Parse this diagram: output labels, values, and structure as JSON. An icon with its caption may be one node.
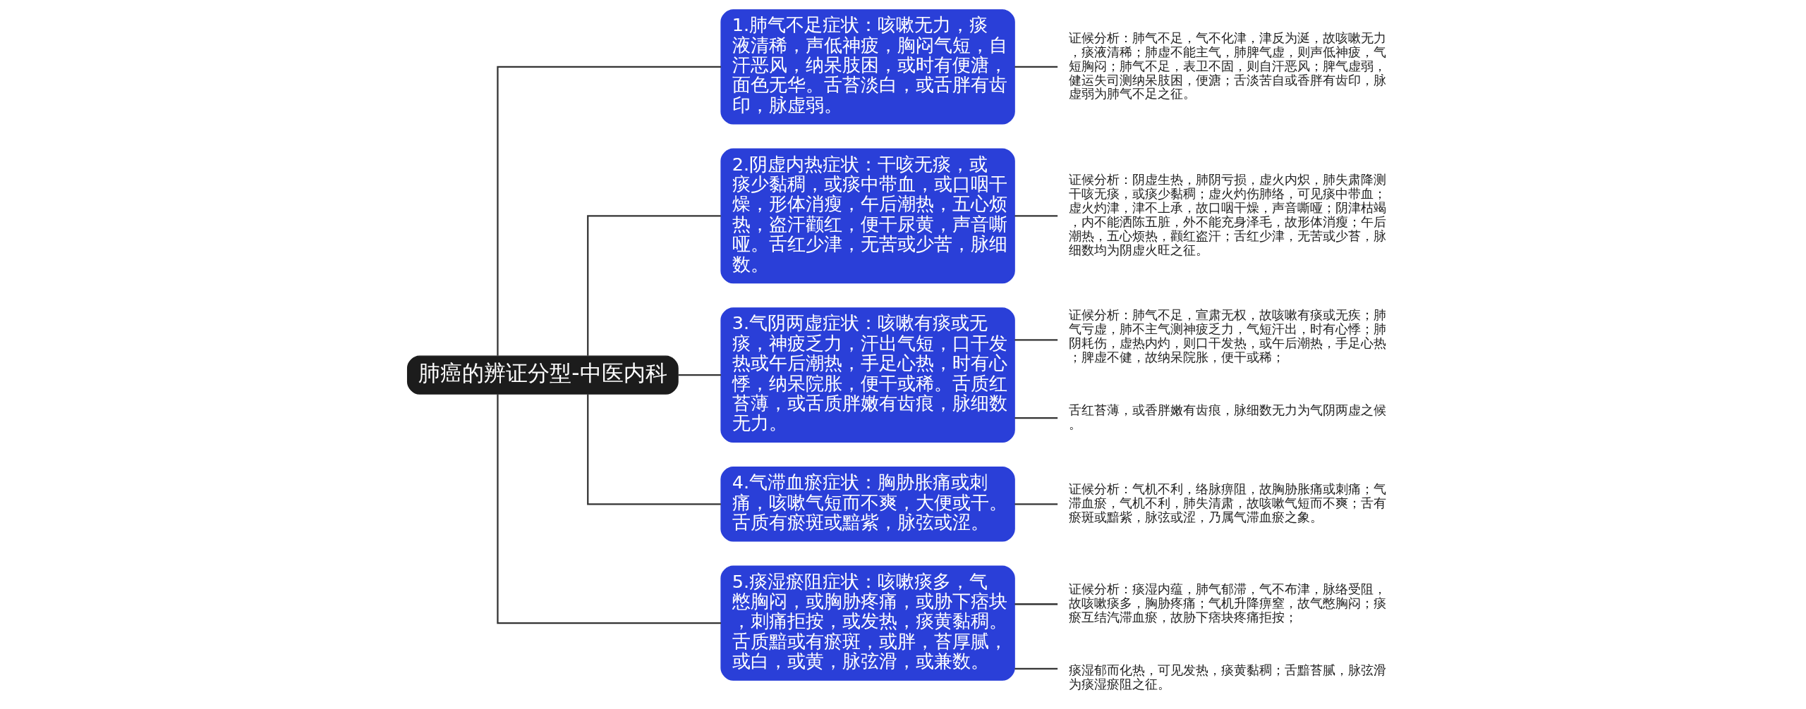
{
  "diagram": {
    "nodes": [
      {
        "text": [
          "肺癌的辨证分型-中医内科"
        ]
      },
      {
        "text": [
          "1.肺气不足症状：咳嗽无力，痰液清稀，声低神疲，胸闷气短，自汗恶风，纳呆肢困，或时有便溏，面色无华。舌苔淡白，或舌胖有齿印，脉虚弱。"
        ]
      },
      {
        "text": [
          "2.阴虚内热症状：干咳无痰，或痰少黏稠，或痰中带血，或口咽干燥，形体消瘦，午后潮热，五心烦热，盗汗颧红，便干尿黄，声音嘶哑。舌红少津，无苦或少苦，脉细数。"
        ]
      },
      {
        "text": [
          "3.气阴两虚症状：咳嗽有痰或无痰，神疲乏力，汗出气短，口干发热或午后潮热，手足心热，时有心悸，纳呆院胀，便干或稀。舌质红苔薄，或舌质胖嫩有齿痕，脉细数无力。"
        ]
      },
      {
        "text": [
          "4.气滞血瘀症状：胸胁胀痛或刺痛，咳嗽气短而不爽，大便或干。舌质有瘀斑或黯紫，脉弦或涩。"
        ]
      },
      {
        "text": [
          "5.痰湿瘀阻症状：咳嗽痰多，气憋胸闷，或胸胁疼痛，或胁下痞块，刺痛拒按，或发热，痰黄黏稠。舌质黯或有瘀斑，或胖，苔厚腻，或白，或黄，脉弦滑，或兼数。"
        ]
      },
      {
        "text": [
          "证候分析：肺气不足，气不化津，津反为涎，故咳嗽无力，痰液清稀；肺虚不能主气，肺脾气虚，则声低神疲，气短胸闷；肺气不足，表卫不固，则自汗恶风；脾气虚弱，健运失司测纳呆肢困，便溏；舌淡苦自或香胖有齿印，脉虚弱为肺气不足之征。"
        ]
      },
      {
        "text": [
          "证候分析：阴虚生热，肺阴亏损，虚火内炽，肺失肃降测干咳无痰，或痰少黏稠；虚火灼伤肺络，可见痰中带血；虚火灼津，津不上承，故口咽干燥，声音嘶哑；阴津枯竭，内不能洒陈五脏，外不能充身泽毛，故形体消瘦；午后潮热，五心烦热，颧红盗汗；舌红少津，无苦或少苔，脉细数均为阴虚火旺之征。"
        ]
      },
      {
        "text": [
          "证候分析：肺气不足，宣肃无权，故咳嗽有痰或无疾；肺气亏虚，肺不主气测神疲乏力，气短汗出，时有心悸；肺阴耗伤，虚热内灼，则口干发热，或午后潮热，手足心热；脾虚不健，故纳呆院胀，便干或稀；"
        ]
      },
      {
        "text": [
          "舌红苔薄，或香胖嫩有齿痕，脉细数无力为气阴两虚之候。"
        ]
      },
      {
        "text": [
          "证候分析：气机不利，络脉痹阻，故胸胁胀痛或刺痛；气滞血瘀，气机不利，肺失清肃，故咳嗽气短而不爽；舌有瘀斑或黯紫，脉弦或涩，乃属气滞血瘀之象。"
        ]
      },
      {
        "text": [
          "证候分析：痰湿内蕴，肺气郁滞，气不布津，脉络受阻，故咳嗽痰多，胸胁疼痛；气机升降痹窒，故气憋胸闷；痰瘀互结汽滞血瘀，故胁下痞块疼痛拒按；"
        ]
      },
      {
        "text": [
          "痰湿郁而化热，可见发热，痰黄黏稠；舌黯苔腻，脉弦滑为痰湿瘀阻之征。"
        ]
      }
    ],
    "edges": [
      {
        "from": 0,
        "to": 1,
        "arrow": "none"
      },
      {
        "from": 0,
        "to": 2,
        "arrow": "none"
      },
      {
        "from": 0,
        "to": 3,
        "arrow": "none"
      },
      {
        "from": 0,
        "to": 4,
        "arrow": "none"
      },
      {
        "from": 0,
        "to": 5,
        "arrow": "none"
      },
      {
        "from": 1,
        "to": 6,
        "arrow": "none"
      },
      {
        "from": 2,
        "to": 7,
        "arrow": "none"
      },
      {
        "from": 3,
        "to": 8,
        "arrow": "none"
      },
      {
        "from": 3,
        "to": 9,
        "arrow": "none"
      },
      {
        "from": 4,
        "to": 10,
        "arrow": "none"
      },
      {
        "from": 5,
        "to": 11,
        "arrow": "none"
      },
      {
        "from": 5,
        "to": 12,
        "arrow": "none"
      }
    ]
  }
}
